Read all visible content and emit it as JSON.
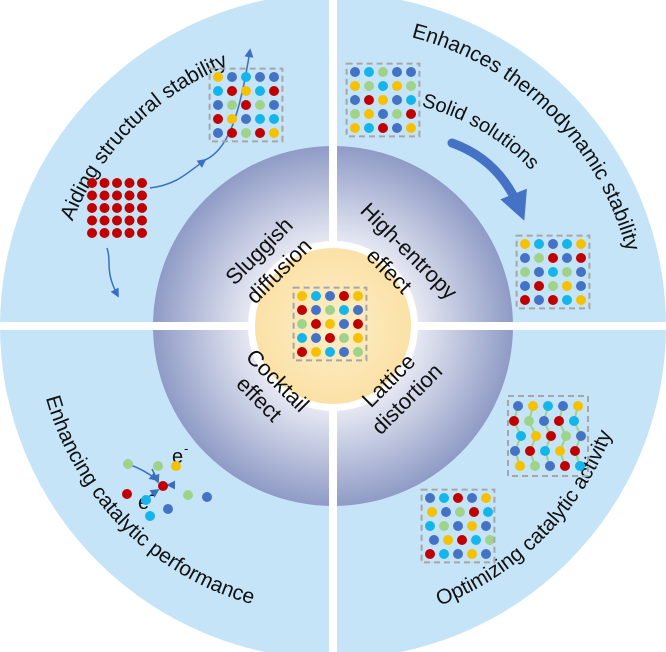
{
  "outer_labels": {
    "top_left": "Aiding structural stability",
    "top_right": "Enhances thermodynamic stability",
    "bottom_left": "Enhancing catalytic performance",
    "bottom_right": "Optimizing catalytic activity"
  },
  "inner_labels": {
    "top_left": [
      "Sluggish",
      "diffusion"
    ],
    "top_right": [
      "High-entropy",
      "effect"
    ],
    "bottom_left": [
      "Cocktail",
      "effect"
    ],
    "bottom_right": [
      "Lattice",
      "distortion"
    ]
  },
  "annotations": {
    "solid_solutions": "Solid solutions",
    "electron": "e",
    "electron_superscript": "-"
  },
  "colors": {
    "outer_quadrant": "#c5e4f8",
    "inner_ring_light": "#e8eaf3",
    "inner_ring_dark": "#9aa5cb",
    "center_circle": "#fde8b9",
    "divider": "#ffffff",
    "red_atom": "#c00000",
    "yellow_atom": "#f5c100",
    "cyan_atom": "#13b5ea",
    "green_atom": "#9fd38a",
    "navy_atom": "#4472c4",
    "arrow": "#3b6fc2",
    "dashed_box": "#a6a6a6"
  }
}
